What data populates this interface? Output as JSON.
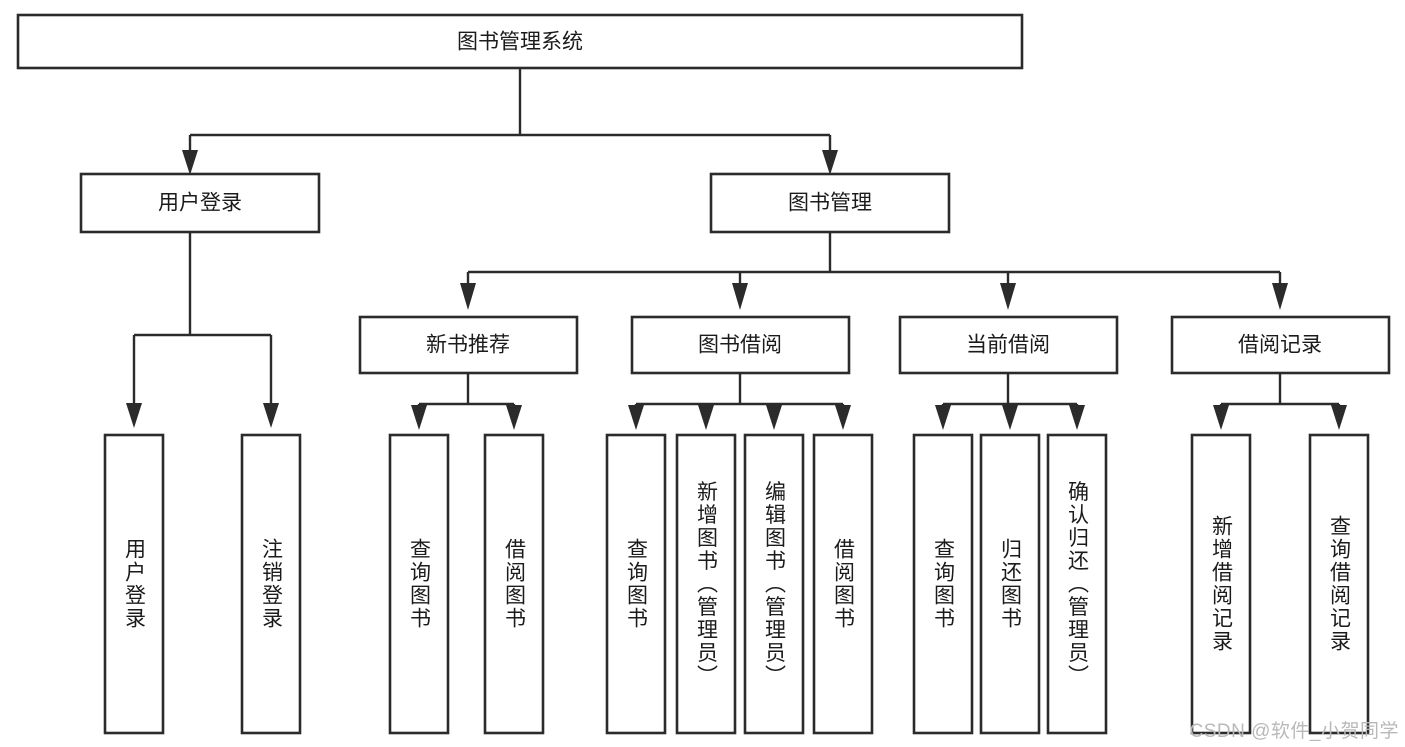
{
  "diagram": {
    "type": "tree-hierarchy-chart",
    "title": "图书管理系统",
    "watermark": "CSDN @软件_小贺同学",
    "colors": {
      "stroke": "#2b2b2b",
      "fill": "#ffffff",
      "text": "#1b1b1b",
      "watermark": "#b9b9b9"
    },
    "root": {
      "label": "图书管理系统"
    },
    "level2": [
      {
        "label": "用户登录"
      },
      {
        "label": "图书管理"
      }
    ],
    "level3": [
      {
        "label": "新书推荐"
      },
      {
        "label": "图书借阅"
      },
      {
        "label": "当前借阅"
      },
      {
        "label": "借阅记录"
      }
    ],
    "leaves": {
      "user_login": [
        {
          "label": "用户登录"
        },
        {
          "label": "注销登录"
        }
      ],
      "new_book_recommend": [
        {
          "label": "查询图书"
        },
        {
          "label": "借阅图书"
        }
      ],
      "book_borrow": [
        {
          "label": "查询图书"
        },
        {
          "label": "新增图书（管理员）"
        },
        {
          "label": "编辑图书（管理员）"
        },
        {
          "label": "借阅图书"
        }
      ],
      "current_borrow": [
        {
          "label": "查询图书"
        },
        {
          "label": "归还图书"
        },
        {
          "label": "确认归还（管理员）"
        }
      ],
      "borrow_record": [
        {
          "label": "新增借阅记录"
        },
        {
          "label": "查询借阅记录"
        }
      ]
    }
  }
}
